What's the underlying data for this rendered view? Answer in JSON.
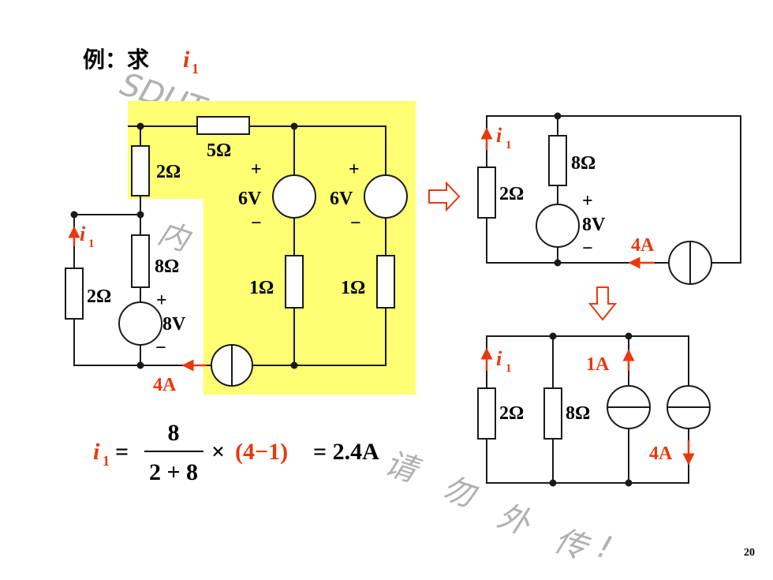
{
  "title": {
    "prefix": "例：求",
    "var": "i",
    "sub": "1"
  },
  "page_number": "20",
  "watermark": {
    "brand": "SDUT",
    "chars": [
      "内",
      "请",
      "勿",
      "外",
      "传",
      "!"
    ]
  },
  "colors": {
    "red": "#e8380d",
    "highlight": "#ffff73",
    "line": "#1a1a1a"
  },
  "icons": {
    "next_arrow": "outline-right-arrow-icon",
    "down_arrow": "outline-down-arrow-icon"
  },
  "circuit1": {
    "r5": "5Ω",
    "r2_top": "2Ω",
    "r8": "8Ω",
    "r2_left": "2Ω",
    "v6a": "6V",
    "v6b": "6V",
    "r1a": "1Ω",
    "r1b": "1Ω",
    "v8": "8V",
    "cur_4a": "4A",
    "plus": "+",
    "minus": "−"
  },
  "circuit2": {
    "r8": "8Ω",
    "r2": "2Ω",
    "v8": "8V",
    "cur_4a": "4A",
    "plus": "+",
    "minus": "−"
  },
  "circuit3": {
    "r2": "2Ω",
    "r8": "8Ω",
    "cur_1a": "1A",
    "cur_4a": "4A"
  },
  "formula": {
    "lhs_var": "i",
    "lhs_sub": "1",
    "equals": "=",
    "numerator": "8",
    "denominator": "2 + 8",
    "times": "×",
    "factor": "(4−1)",
    "result": "= 2.4A"
  }
}
